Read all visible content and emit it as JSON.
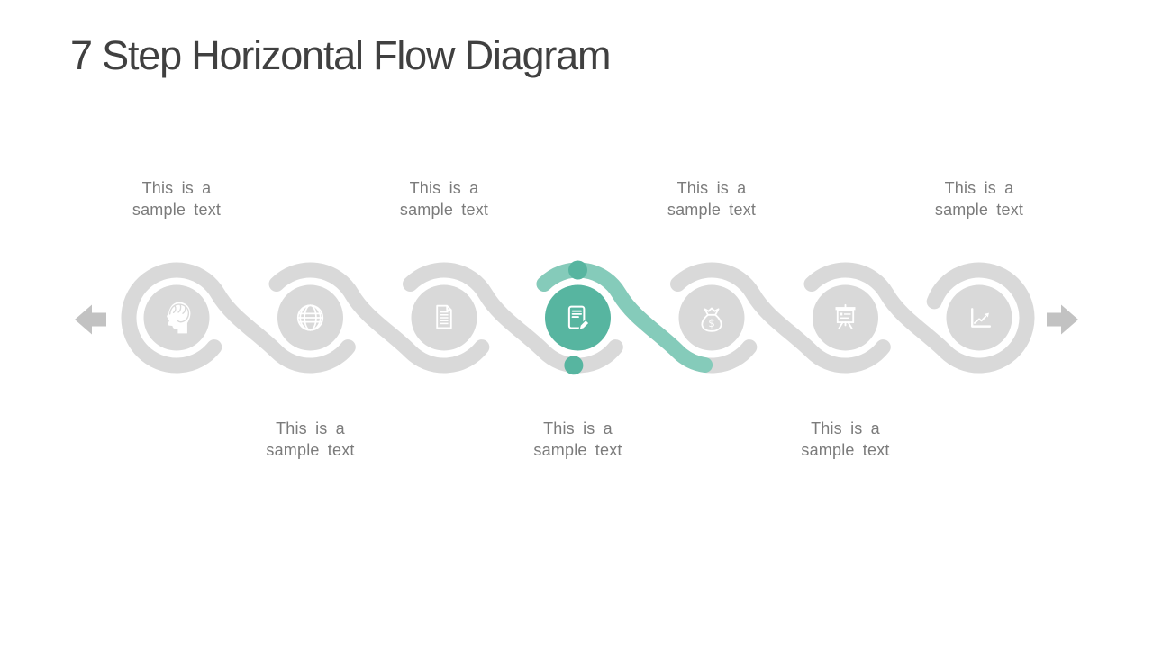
{
  "title": "7 Step Horizontal Flow Diagram",
  "active_step": 4,
  "colors": {
    "ribbon_gray": "#D9D9D9",
    "node_gray": "#D9D9D9",
    "active_teal": "#57B5A0",
    "active_ribbon_teal": "#85CBBA",
    "arrow_gray": "#C2C2C2",
    "title_text": "#404040",
    "label_text": "#7B7B7B",
    "icon_white": "#FFFFFF"
  },
  "nav": {
    "back_icon": "left-block-arrow",
    "forward_icon": "right-block-arrow"
  },
  "steps": [
    {
      "id": 1,
      "icon": "head-brain",
      "label": "This is a\nsample text",
      "label_position": "top",
      "active": false
    },
    {
      "id": 2,
      "icon": "globe",
      "label": "This is a\nsample text",
      "label_position": "bottom",
      "active": false
    },
    {
      "id": 3,
      "icon": "document",
      "label": "This is a\nsample text",
      "label_position": "top",
      "active": false
    },
    {
      "id": 4,
      "icon": "note-pencil",
      "label": "This is a\nsample text",
      "label_position": "bottom",
      "active": true
    },
    {
      "id": 5,
      "icon": "money-bag",
      "label": "This is a\nsample text",
      "label_position": "top",
      "active": false
    },
    {
      "id": 6,
      "icon": "presentation-board",
      "label": "This is a\nsample text",
      "label_position": "bottom",
      "active": false
    },
    {
      "id": 7,
      "icon": "line-chart",
      "label": "This is a\nsample text",
      "label_position": "top",
      "active": false
    }
  ]
}
